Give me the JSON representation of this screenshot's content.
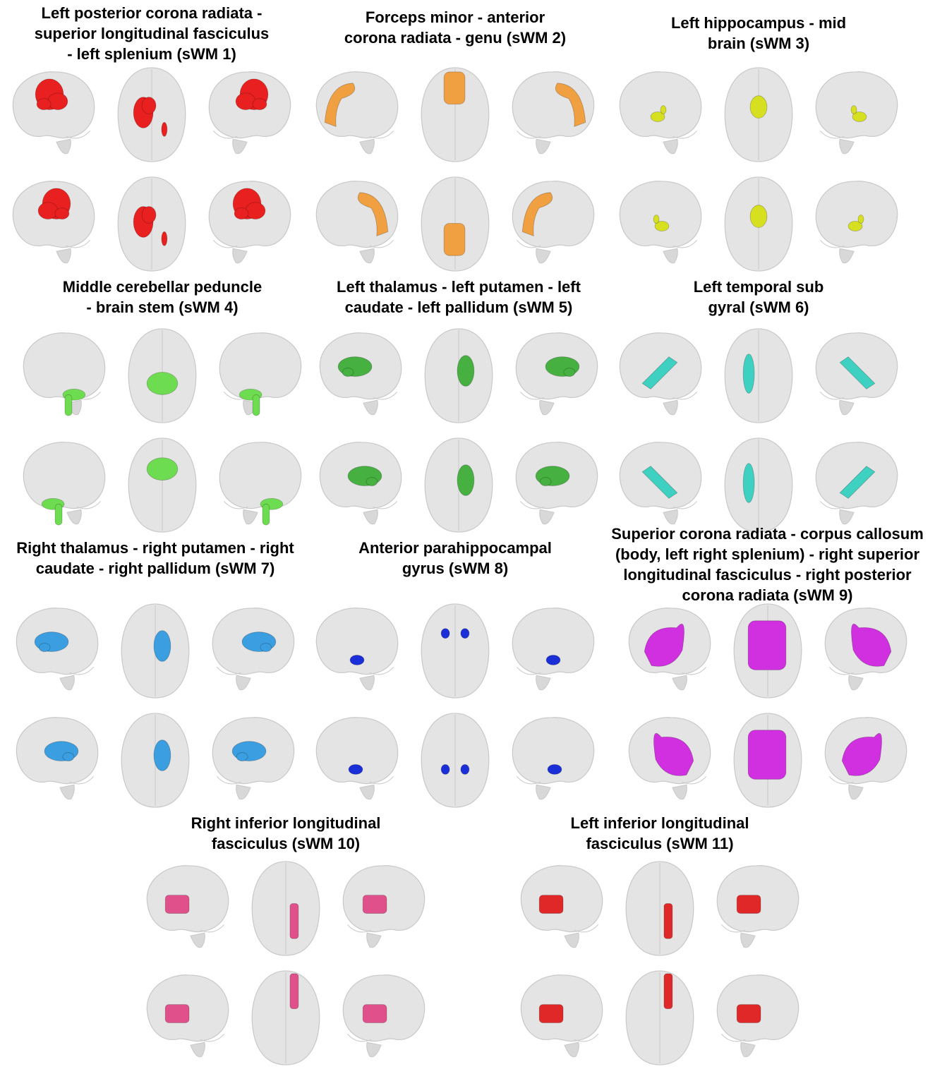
{
  "panels": [
    {
      "id": "sWM1",
      "title": "Left posterior corona radiata -\nsuperior longitudinal fasciculus\n- left splenium (sWM 1)",
      "color": "#e8201f",
      "shape": "blob"
    },
    {
      "id": "sWM2",
      "title": "Forceps minor - anterior\ncorona radiata - genu (sWM 2)",
      "color": "#f0a040",
      "shape": "arc"
    },
    {
      "id": "sWM3",
      "title": "Left hippocampus - mid\nbrain (sWM 3)",
      "color": "#d6e020",
      "shape": "small"
    },
    {
      "id": "sWM4",
      "title": "Middle cerebellar peduncle\n- brain stem (sWM 4)",
      "color": "#6edc50",
      "shape": "stem"
    },
    {
      "id": "sWM5",
      "title": "Left thalamus - left putamen - left\ncaudate - left pallidum (sWM 5)",
      "color": "#46b040",
      "shape": "oval"
    },
    {
      "id": "sWM6",
      "title": "Left temporal sub\ngyral (sWM 6)",
      "color": "#3ed0c0",
      "shape": "diag"
    },
    {
      "id": "sWM7",
      "title": "Right thalamus - right putamen - right\ncaudate - right pallidum (sWM 7)",
      "color": "#3a9ee0",
      "shape": "oval"
    },
    {
      "id": "sWM8",
      "title": "Anterior parahippocampal\ngyrus (sWM 8)",
      "color": "#1a2fd8",
      "shape": "dot"
    },
    {
      "id": "sWM9",
      "title": "Superior corona radiata - corpus callosum\n(body, left right splenium) - right superior\nlongitudinal fasciculus - right posterior\ncorona radiata (sWM 9)",
      "color": "#d030e0",
      "shape": "large"
    },
    {
      "id": "sWM10",
      "title": "Right inferior longitudinal\nfasciculus (sWM 10)",
      "color": "#e0508a",
      "shape": "rect"
    },
    {
      "id": "sWM11",
      "title": "Left inferior longitudinal\nfasciculus (sWM 11)",
      "color": "#e02828",
      "shape": "rect"
    }
  ],
  "colors": {
    "brain_fill": "#e4e4e4",
    "brain_stroke": "#c8c8c8",
    "cerebellum": "#d8d8d8"
  }
}
